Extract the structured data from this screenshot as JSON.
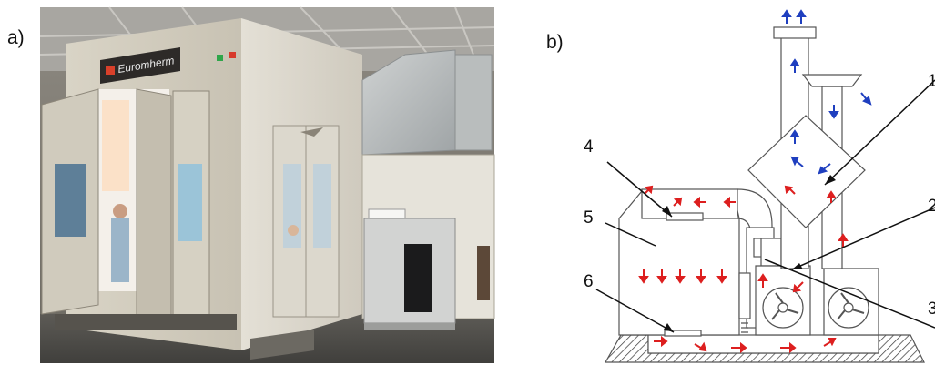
{
  "panels": {
    "a": {
      "label": "a)",
      "brand_text": "Euromherm"
    },
    "b": {
      "label": "b)",
      "callouts": [
        {
          "id": "1",
          "text": "1"
        },
        {
          "id": "2",
          "text": "2"
        },
        {
          "id": "3",
          "text": "3"
        },
        {
          "id": "4",
          "text": "4"
        },
        {
          "id": "5",
          "text": "5"
        },
        {
          "id": "6",
          "text": "6"
        }
      ]
    }
  },
  "colors": {
    "airflow_in": "#dd1f1f",
    "airflow_out": "#1f3fbf",
    "outline": "#555555",
    "floor_hatch": "#444444"
  }
}
